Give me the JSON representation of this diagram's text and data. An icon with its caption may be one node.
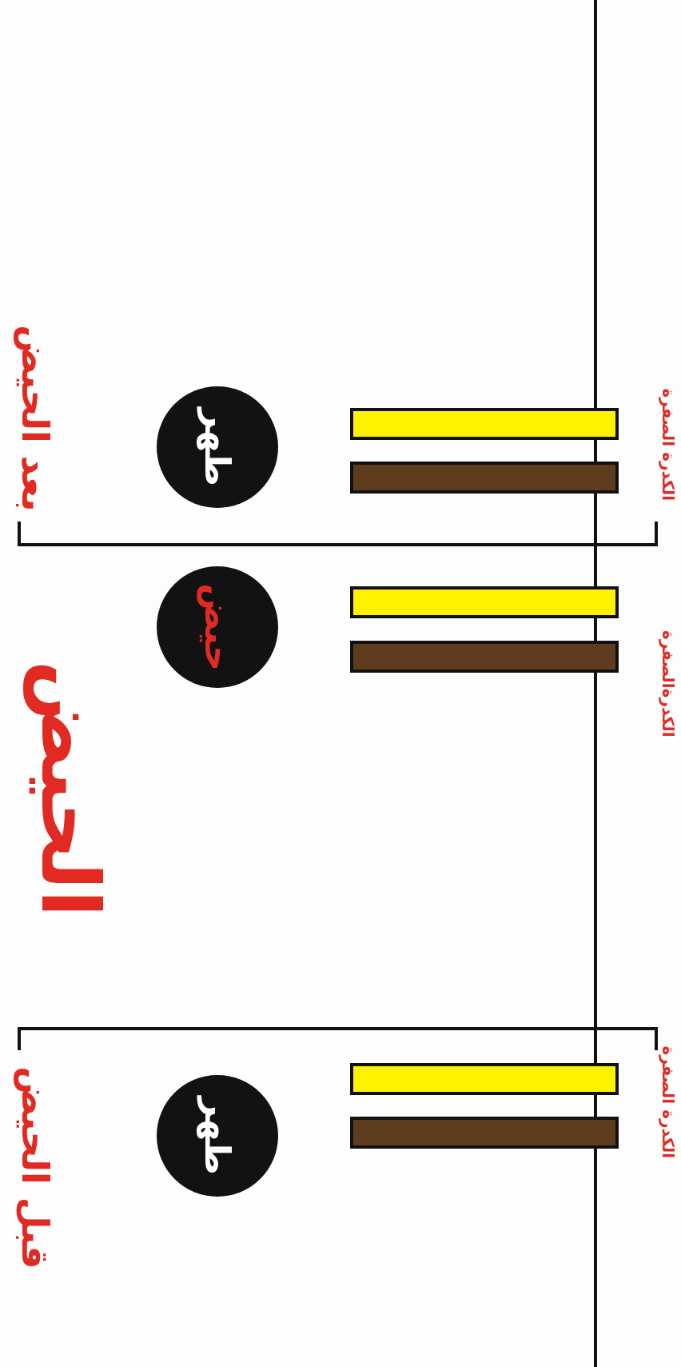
{
  "diagram": {
    "title": "الحيض",
    "nodes": [
      {
        "text": [
          "طهر"
        ]
      },
      {
        "text": [
          "حيض"
        ]
      },
      {
        "text": [
          "طهر"
        ]
      },
      {
        "text": [],
        "shape": "bar"
      },
      {
        "text": [],
        "shape": "bar"
      },
      {
        "text": [],
        "shape": "bar"
      },
      {
        "text": [],
        "shape": "bar"
      },
      {
        "text": [],
        "shape": "bar"
      },
      {
        "text": [],
        "shape": "bar"
      }
    ],
    "labels": [
      "بعد الحيض",
      "الكدرة الصفرة",
      "الكدرةالصفرة",
      "قبل الحيض",
      "الكدرة الصفرة"
    ]
  }
}
